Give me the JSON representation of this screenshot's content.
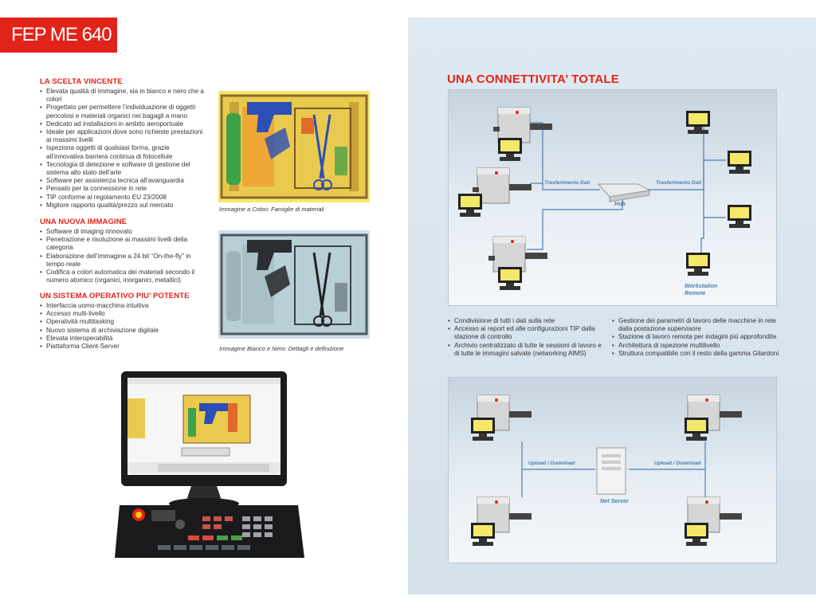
{
  "brand": {
    "title": "FEP ME 640"
  },
  "left": {
    "section1": {
      "title": "LA SCELTA VINCENTE",
      "items": [
        "Elevata qualità di immagine, sia in bianco e nero che a colori",
        "Progettato per permettere l’individuazione di oggetti pericolosi e materiali organici nei bagagli a mano",
        "Dedicato ad installazioni in ambito aeroportuale",
        "Ideale per applicazioni dove sono richieste prestazioni ai massimi livelli",
        "Ispeziona oggetti di qualsiasi forma, grazie all’innovativa barriera continua di fotocellule",
        "Tecnologia di detezione e software di gestione del sistema allo stato dell’arte",
        "Software per assistenza tecnica all’avanguardia",
        "Pensato per la connessione in rete",
        "TIP conforme al regolamento EU 23/2008",
        "Migliore rapporto qualità/prezzo sul mercato"
      ]
    },
    "section2": {
      "title": "UNA NUOVA IMMAGINE",
      "items": [
        "Software di imaging rinnovato",
        "Penetrazione e risoluzione ai massimi livelli della categoria",
        "Elaborazione dell’immagine a 24 bit “On-the-fly” in tempo reale",
        "Codifica a colori automatica dei materiali secondo il numero atomico (organici, inorganici, metallici)"
      ]
    },
    "section3": {
      "title": "UN SISTEMA OPERATIVO PIU’ POTENTE",
      "items": [
        "Interfaccia uomo-macchina intuitiva",
        "Accesso multi-livello",
        "Operatività multitasking",
        "Nuovo sistema di archiviazione digitale",
        "Elevata interoperabilità",
        "Piattaforma Client-Server"
      ]
    },
    "captions": {
      "color": "Immagine a Colori: Famiglie di materiali",
      "bw": "Immagine Bianco e Nero: Dettagli e definizione"
    }
  },
  "right": {
    "title": "UNA CONNETTIVITA’ TOTALE",
    "diagram1": {
      "transfer_left": "Trasferimento Dati",
      "transfer_right": "Trasferimento Dati",
      "hub": "Hub",
      "workstation": "Workstation Remote"
    },
    "bullets_left": [
      "Condivisione di tutti i dati sulla rete",
      "Accesso ai report ed alle configurazioni TIP dalla stazione di controllo",
      "Archivio centralizzato di tutte le sessioni di lavoro e di tutte le immagini salvate (networking AIMS)"
    ],
    "bullets_right": [
      "Gestione dei parametri di lavoro delle macchine in rete dalla postazione supervisore",
      "Stazione di lavoro remota per indagini più approfondite",
      "Architettura di ispezione multilivello",
      "Struttura compatibile con il resto della gamma Gilardoni"
    ],
    "diagram2": {
      "upload_left": "Upload / Download",
      "upload_right": "Upload / Download",
      "server": "Net Server"
    }
  },
  "colors": {
    "brand_red": "#e2231a",
    "label_blue": "#4b7fb3",
    "page_blue": "#dfe9f1"
  }
}
